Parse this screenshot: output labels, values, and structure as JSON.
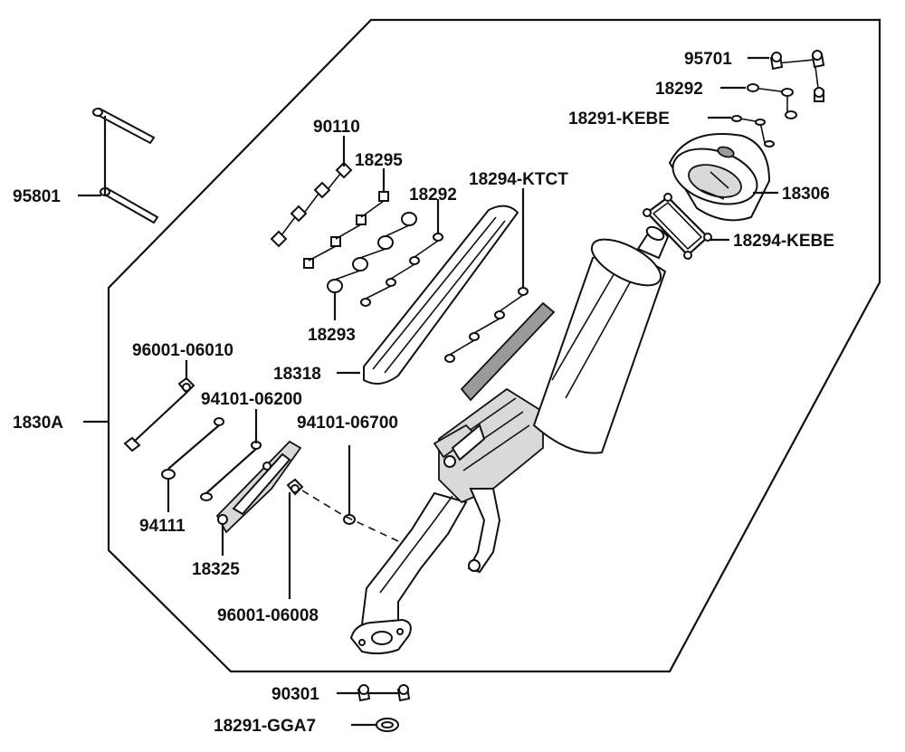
{
  "labels": {
    "l95701": "95701",
    "l18292a": "18292",
    "l18291kebe": "18291-KEBE",
    "l18306": "18306",
    "l18294kebe": "18294-KEBE",
    "l90110": "90110",
    "l18295": "18295",
    "l18292b": "18292",
    "l18294ktct": "18294-KTCT",
    "l95801": "95801",
    "l18293": "18293",
    "l18318": "18318",
    "l96001_06010": "96001-06010",
    "l94101_06200": "94101-06200",
    "l94101_06700": "94101-06700",
    "l1830a": "1830A",
    "l94111": "94111",
    "l18325": "18325",
    "l96001_06008": "96001-06008",
    "l90301": "90301",
    "l18291gga7": "18291-GGA7"
  }
}
